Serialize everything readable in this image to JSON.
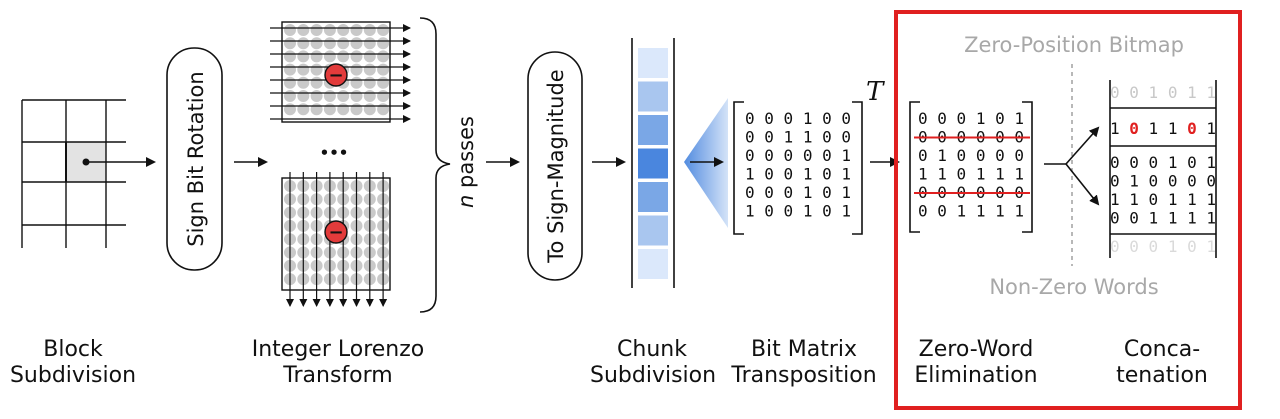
{
  "stages": {
    "block_subdivision": [
      "Block",
      "Subdivision"
    ],
    "integer_lorenzo": [
      "Integer Lorenzo",
      "Transform"
    ],
    "chunk_subdivision": [
      "Chunk",
      "Subdivision"
    ],
    "bit_matrix": [
      "Bit Matrix",
      "Transposition"
    ],
    "zero_word": [
      "Zero-Word",
      "Elimination"
    ],
    "concatenation": [
      "Conca-",
      "tenation"
    ]
  },
  "boxes": {
    "sign_bit_rotation": "Sign Bit Rotation",
    "to_sign_magnitude": "To Sign-Magnitude"
  },
  "passes_label": {
    "n": "n",
    "rest": " passes"
  },
  "ellipsis": "•••",
  "minus_sign": "−",
  "transpose_symbol": "T",
  "zero_position_bitmap": "Zero-Position Bitmap",
  "non_zero_words": "Non-Zero Words",
  "bit_matrix_rows": [
    "000100",
    "001100",
    "000001",
    "100101",
    "000101",
    "100101"
  ],
  "zero_word_rows": [
    {
      "bits": "000101",
      "zero": false
    },
    {
      "bits": "000000",
      "zero": true
    },
    {
      "bits": "010000",
      "zero": false
    },
    {
      "bits": "110111",
      "zero": false
    },
    {
      "bits": "000000",
      "zero": true
    },
    {
      "bits": "001111",
      "zero": false
    }
  ],
  "bitmap_faded_top": "001011",
  "bitmap_row": "101101",
  "bitmap_highlight_positions": [
    1,
    4
  ],
  "nonzero_rows": [
    "000101",
    "010000",
    "110111",
    "001111"
  ],
  "nonzero_faded_bottom": "000101",
  "colors": {
    "accent_red": "#e02020",
    "minus_fill": "#e23b3b",
    "chunk_blues": [
      "#dbe8fb",
      "#a9c6ef",
      "#7aa7e6",
      "#4a86de",
      "#7aa7e6",
      "#a9c6ef",
      "#dbe8fb"
    ],
    "faded_gray": "#a8a8a8"
  }
}
